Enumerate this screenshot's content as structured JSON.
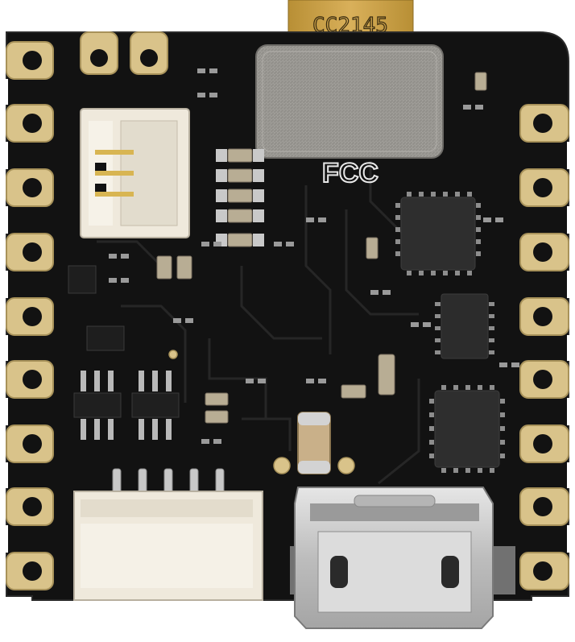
{
  "image": {
    "subject": "pcb-module",
    "colors": {
      "background": "#ffffff",
      "board": "#121212",
      "board_edge": "#2a2a2a",
      "gold_pad": "#d9c38a",
      "gold_dark": "#a8925a",
      "metal_shield": "#9c9a95",
      "usb_metal": "#c9c9c9",
      "connector_white": "#efe9dc",
      "flex_cable": "#c9a247",
      "silkscreen": "#d8d8d8"
    }
  },
  "labels": {
    "flex_marking": "CC2145",
    "fcc_mark": "FCC"
  },
  "icons": {
    "fcc": "fcc-logo-icon"
  }
}
